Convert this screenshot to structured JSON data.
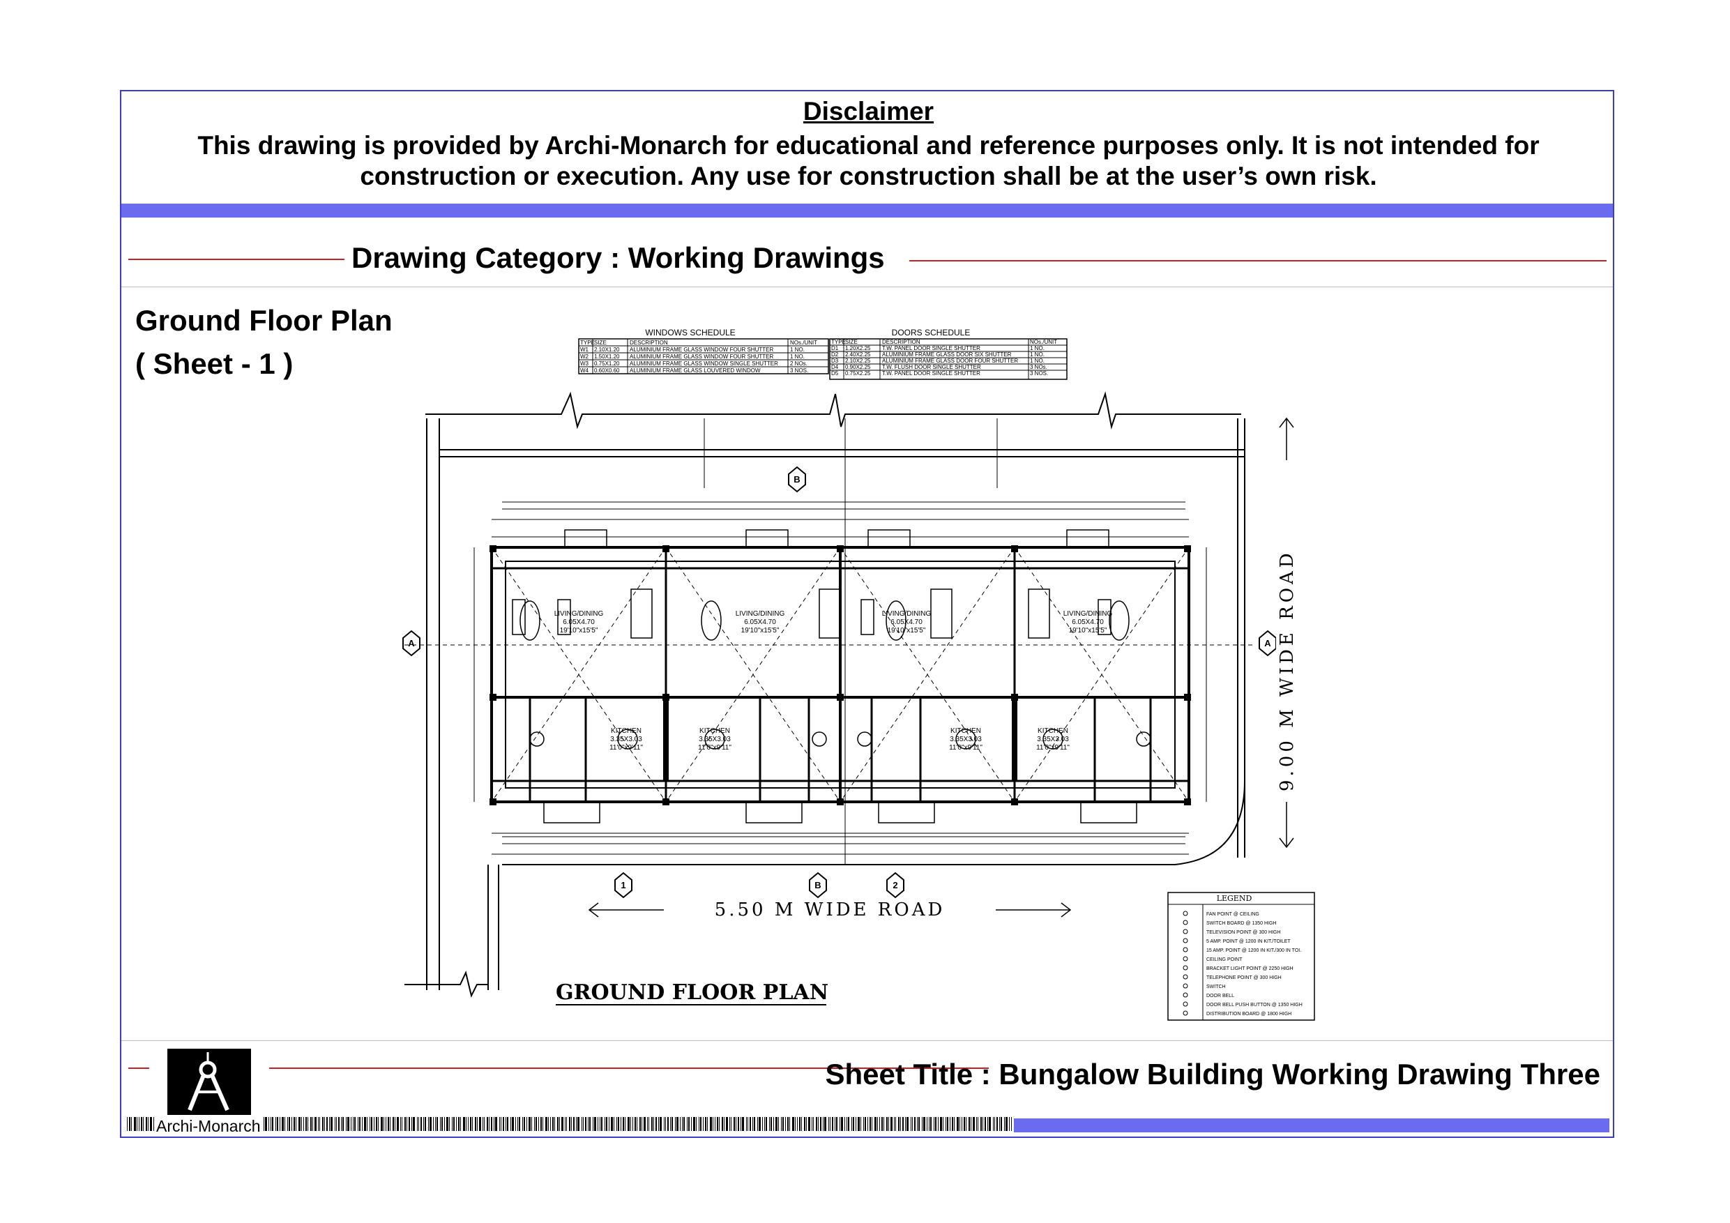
{
  "disclaimer": {
    "title": "Disclaimer",
    "line1": "This drawing is provided by Archi-Monarch for educational and reference purposes only. It is not intended for",
    "line2": "construction or execution. Any use for construction shall be at the user’s own risk."
  },
  "category": {
    "label": "Drawing Category : Working Drawings"
  },
  "plan": {
    "title": "Ground Floor Plan",
    "sheet": "( Sheet - 1 )",
    "drawing_title": "GROUND FLOOR PLAN",
    "road_bottom": "5.50  M  WIDE  ROAD",
    "road_right": "9.00  M  WIDE  ROAD",
    "rooms": [
      {
        "name": "LIVING/DINING",
        "size": "6.05X4.70",
        "imperial": "19'10\"x15'5\""
      },
      {
        "name": "LIVING/DINING",
        "size": "6.05X4.70",
        "imperial": "19'10\"x15'5\""
      },
      {
        "name": "LIVING/DINING",
        "size": "6.05X4.70",
        "imperial": "19'10\"x15'5\""
      },
      {
        "name": "LIVING/DINING",
        "size": "6.05X4.70",
        "imperial": "19'10\"x15'5\""
      },
      {
        "name": "KITCHEN",
        "size": "3.35X3.03",
        "imperial": "11'0\"x9'11\""
      },
      {
        "name": "KITCHEN",
        "size": "3.35X3.03",
        "imperial": "11'0\"x9'11\""
      },
      {
        "name": "KITCHEN",
        "size": "3.35X3.03",
        "imperial": "11'0\"x9'11\""
      },
      {
        "name": "KITCHEN",
        "size": "3.35X3.03",
        "imperial": "11'0\"x9'11\""
      }
    ],
    "grid_markers": [
      "A",
      "A",
      "B",
      "B",
      "1",
      "2"
    ]
  },
  "windows_schedule": {
    "title": "WINDOWS SCHEDULE",
    "headers": [
      "TYPE",
      "SIZE",
      "DESCRIPTION",
      "NOs./UNIT"
    ],
    "rows": [
      [
        "W1",
        "2.10X1.20",
        "ALUMINIUM FRAME GLASS WINDOW FOUR SHUTTER",
        "1 NO."
      ],
      [
        "W2",
        "1.50X1.20",
        "ALUMINIUM FRAME GLASS WINDOW FOUR SHUTTER",
        "1 NO."
      ],
      [
        "W3",
        "0.75X1.20",
        "ALUMINIUM FRAME GLASS WINDOW SINGLE SHUTTER",
        "2 NOs."
      ],
      [
        "W4",
        "0.60X0.60",
        "ALUMINIUM FRAME GLASS LOUVERED WINDOW",
        "3 NOS."
      ]
    ]
  },
  "doors_schedule": {
    "title": "DOORS SCHEDULE",
    "headers": [
      "TYPE",
      "SIZE",
      "DESCRIPTION",
      "NOs./UNIT"
    ],
    "rows": [
      [
        "D1",
        "1.20X2.25",
        "T.W. PANEL DOOR SINGLE SHUTTER",
        "1 NO."
      ],
      [
        "D2",
        "2.40X2.25",
        "ALUMINIUM FRAME GLASS DOOR SIX SHUTTER",
        "1 NO."
      ],
      [
        "D3",
        "2.10X2.25",
        "ALUMINIUM FRAME GLASS DOOR FOUR SHUTTER",
        "1 NO."
      ],
      [
        "D4",
        "0.90X2.25",
        "T.W. FLUSH DOOR SINGLE SHUTTER",
        "3 NOs."
      ],
      [
        "D5",
        "0.75X2.25",
        "T.W. PANEL DOOR SINGLE SHUTTER",
        "3 NOS."
      ]
    ]
  },
  "legend": {
    "title": "LEGEND",
    "items": [
      "FAN POINT @ CEILING",
      "SWITCH BOARD @ 1350 HIGH",
      "TELEVISION POINT @ 300 HIGH",
      "5 AMP. POINT @ 1200 IN KIT./TOILET",
      "15 AMP. POINT @ 1200 IN KIT./300 IN TOI.",
      "CEILING POINT",
      "BRACKET LIGHT POINT @ 2250 HIGH",
      "TELEPHONE POINT @ 300 HIGH",
      "SWITCH",
      "DOOR BELL",
      "DOOR BELL PUSH BUTTON @ 1350 HIGH",
      "DISTRIBUTION BOARD @ 1800 HIGH"
    ]
  },
  "footer": {
    "sheet_title": "Sheet Title : Bungalow Building Working Drawing Three",
    "logo_text": "Archi-Monarch"
  },
  "colors": {
    "frame": "#3b3bd0",
    "band": "#6b6bf0",
    "accent_line": "#c62020"
  }
}
